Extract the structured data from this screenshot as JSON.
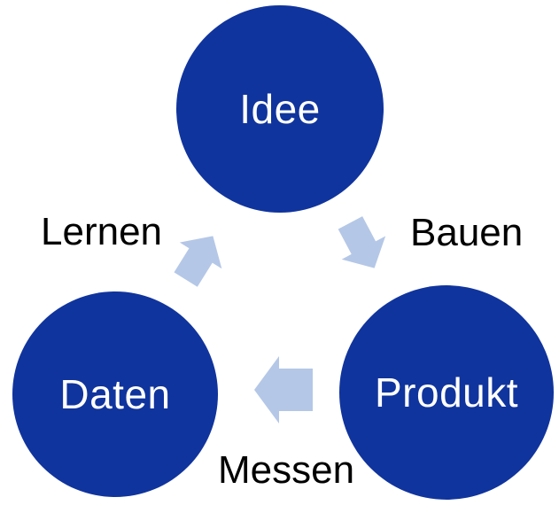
{
  "diagram": {
    "type": "cycle",
    "nodes": [
      {
        "id": "idee",
        "label": "Idee"
      },
      {
        "id": "daten",
        "label": "Daten"
      },
      {
        "id": "produkt",
        "label": "Produkt"
      }
    ],
    "edges": [
      {
        "id": "bauen",
        "label": "Bauen",
        "from": "idee",
        "to": "produkt",
        "direction": "down-right"
      },
      {
        "id": "messen",
        "label": "Messen",
        "from": "produkt",
        "to": "daten",
        "direction": "left"
      },
      {
        "id": "lernen",
        "label": "Lernen",
        "from": "daten",
        "to": "idee",
        "direction": "up-right"
      }
    ],
    "colors": {
      "node_fill": "#10349D",
      "node_text": "#FFFFFF",
      "arrow_fill": "#B4C7E7",
      "edge_label_text": "#000000",
      "background": "#FFFFFF"
    }
  }
}
